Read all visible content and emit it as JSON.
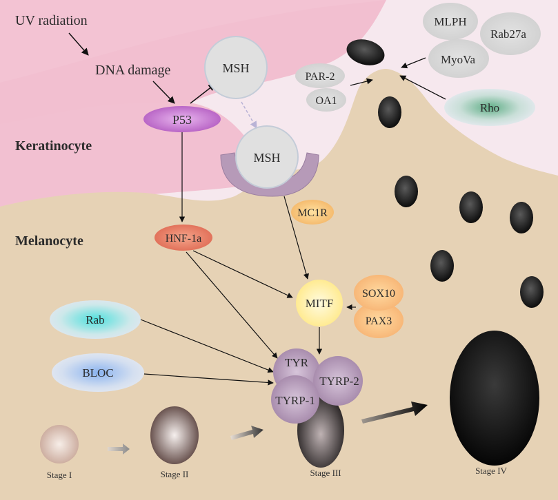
{
  "labels": {
    "uv_radiation": "UV radiation",
    "dna_damage": "DNA damage",
    "p53": "P53",
    "msh_top": "MSH",
    "msh_receptor": "MSH",
    "keratinocyte": "Keratinocyte",
    "melanocyte": "Melanocyte",
    "hnf1a": "HNF-1a",
    "mc1r": "MC1R",
    "mitf": "MITF",
    "sox10": "SOX10",
    "pax3": "PAX3",
    "rab": "Rab",
    "bloc": "BLOC",
    "tyr": "TYR",
    "tyrp2": "TYRP-2",
    "tyrp1": "TYRP-1",
    "mlph": "MLPH",
    "rab27a": "Rab27a",
    "myova": "MyoVa",
    "par2": "PAR-2",
    "oa1": "OA1",
    "rho": "Rho"
  },
  "stages": {
    "stage1": "Stage I",
    "stage2": "Stage II",
    "stage3": "Stage III",
    "stage4": "Stage IV"
  },
  "colors": {
    "keratinocyte_fill": "#f2c6d4",
    "background_outer": "#f7e9ef",
    "melanocyte_fill": "#e6d2b5",
    "p53": "#c77ad0",
    "hnf1a": "#e8806a",
    "mitf": "#fff3b0",
    "tyr_complex": "#b393b8",
    "melanosome": "#1e1e1e"
  }
}
